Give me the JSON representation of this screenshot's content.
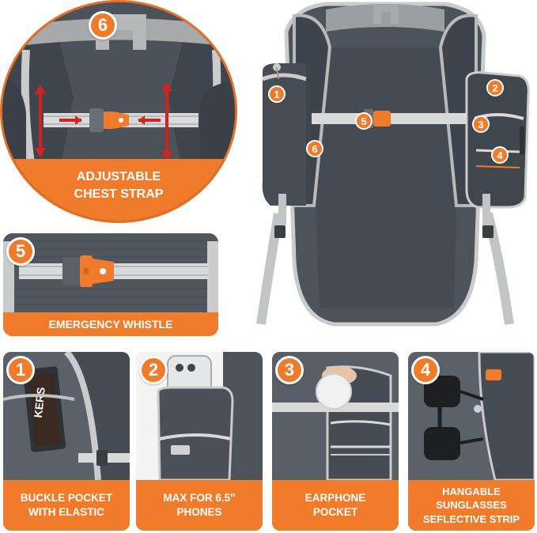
{
  "callouts": {
    "chest_strap": {
      "number": "6",
      "label": "ADJUSTABLE\nCHEST STRAP"
    },
    "whistle": {
      "number": "5",
      "label": "EMERGENCY WHISTLE"
    }
  },
  "product_markers": [
    "1",
    "2",
    "3",
    "4",
    "5",
    "6"
  ],
  "features": [
    {
      "number": "1",
      "label": "BUCKLE POCKET\nWITH ELASTIC"
    },
    {
      "number": "2",
      "label": "MAX FOR 6.5\"\nPHONES"
    },
    {
      "number": "3",
      "label": "EARPHONE\nPOCKET"
    },
    {
      "number": "4",
      "label": "HANGABLE\nSUNGLASSES\nSEFLECTIVE STRIP"
    }
  ],
  "card_text": "KERS",
  "colors": {
    "accent": "#f07b2a",
    "backpack": "#4c535b",
    "trim": "#c9cbcd"
  }
}
